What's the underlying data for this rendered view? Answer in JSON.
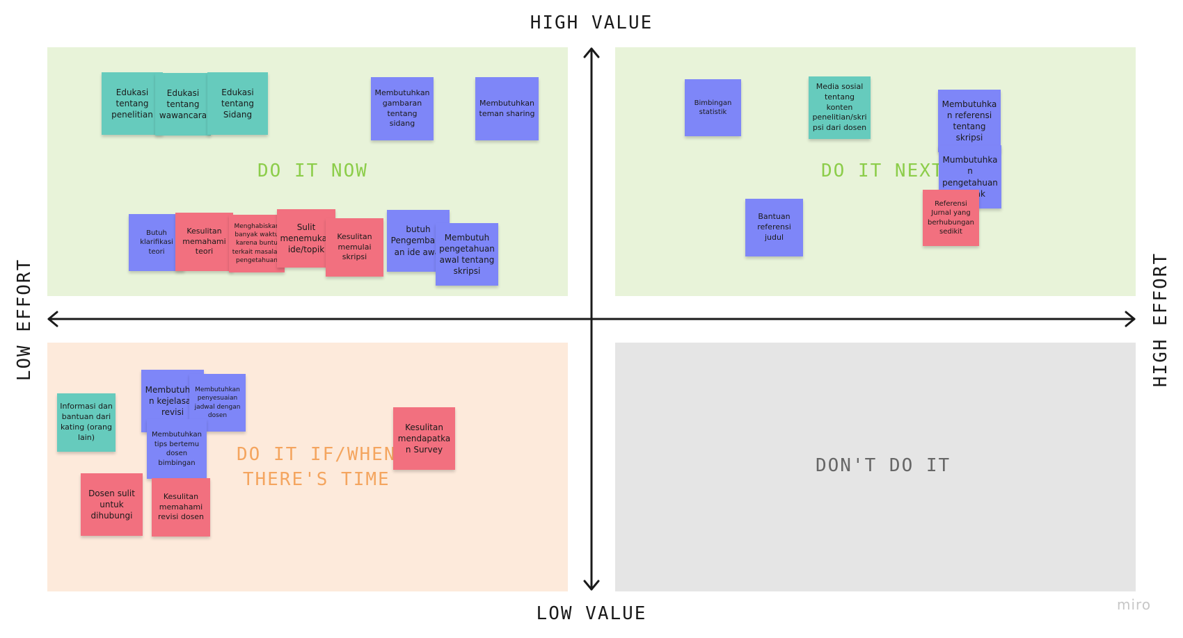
{
  "axes": {
    "top": "HIGH VALUE",
    "bottom": "LOW VALUE",
    "left": "LOW EFFORT",
    "right": "HIGH EFFORT"
  },
  "quadrants": {
    "do_it_now": "DO IT NOW",
    "do_it_next": "DO IT NEXT",
    "do_it_if_when_1": "DO IT IF/WHEN",
    "do_it_if_when_2": "THERE'S TIME",
    "dont_do_it": "DON'T DO IT"
  },
  "colors": {
    "teal": "#66cbbd",
    "blue": "#7e86f8",
    "pink": "#f2707f",
    "green_quadrant": "#e8f3d9",
    "orange_quadrant": "#fdeadb",
    "gray_quadrant": "#e5e5e5"
  },
  "notes": {
    "n01": "Edukasi tentang penelitian",
    "n02": "Edukasi tentang wawancara",
    "n03": "Edukasi tentang Sidang",
    "n04": "Membutuhkan gambaran tentang sidang",
    "n05": "Membutuhkan teman sharing",
    "n06": "Butuh klarifikasi teori",
    "n07": "Kesulitan memahami teori",
    "n08": "Menghabiskan banyak waktu karena buntu terkait masalah pengetahuan",
    "n09": "Sulit menemukan ide/topik",
    "n10": "Kesulitan memulai skripsi",
    "n11": "butuh Pengembangan ide awal",
    "n12": "Membutuh pengetahuan awal tentang skripsi",
    "n13": "Bimbingan statistik",
    "n14": "Media sosial tentang konten penelitian/skripsi dari dosen",
    "n15": "Membutuhkan referensi tentang skripsi",
    "n16": "Mumbutuhkan pengetahuan banyak",
    "n17": "Referensi Jurnal yang berhubungan sedikit",
    "n18": "Bantuan referensi judul",
    "n19": "Informasi dan bantuan dari kating (orang lain)",
    "n20": "Membutuhkan kejelasan revisi",
    "n21": "Membutuhkan penyesuaian jadwal dengan dosen",
    "n22": "Membutuhkan tips bertemu dosen bimbingan",
    "n23": "Dosen sulit untuk dihubungi",
    "n24": "Kesulitan memahami revisi dosen",
    "n25": "Kesulitan mendapatkan Survey"
  },
  "logo": "miro"
}
